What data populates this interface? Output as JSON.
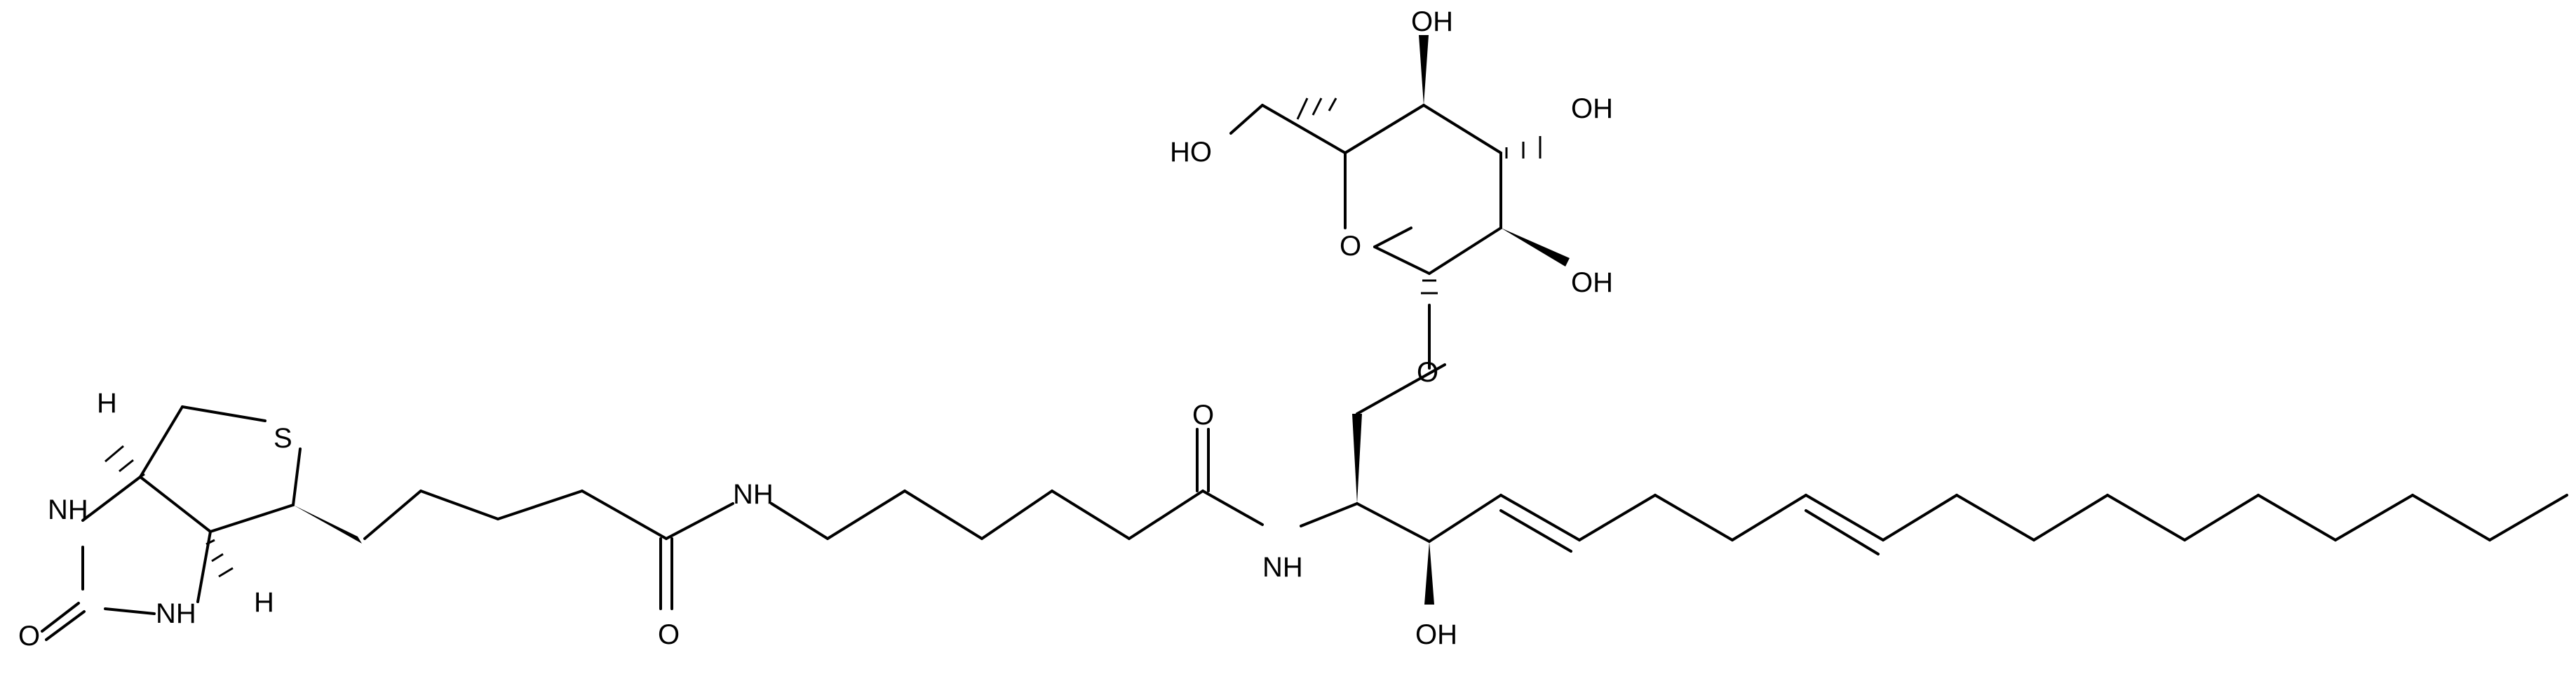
{
  "atoms": {
    "biotin_h_top": "H",
    "biotin_h_bottom": "H",
    "biotin_s": "S",
    "biotin_nh_upper": "NH",
    "biotin_nh_lower": "NH",
    "biotin_o": "O",
    "amide1_o": "O",
    "amide1_nh": "NH",
    "amide2_o": "O",
    "amide2_nh": "NH",
    "c3_oh": "OH",
    "glycosidic_o": "O",
    "ring_o": "O",
    "c6_ho": "HO",
    "c4_oh": "OH",
    "c3g_oh": "OH",
    "c2g_oh": "OH"
  },
  "colors": {
    "ink": "#000000",
    "background": "#ffffff"
  }
}
